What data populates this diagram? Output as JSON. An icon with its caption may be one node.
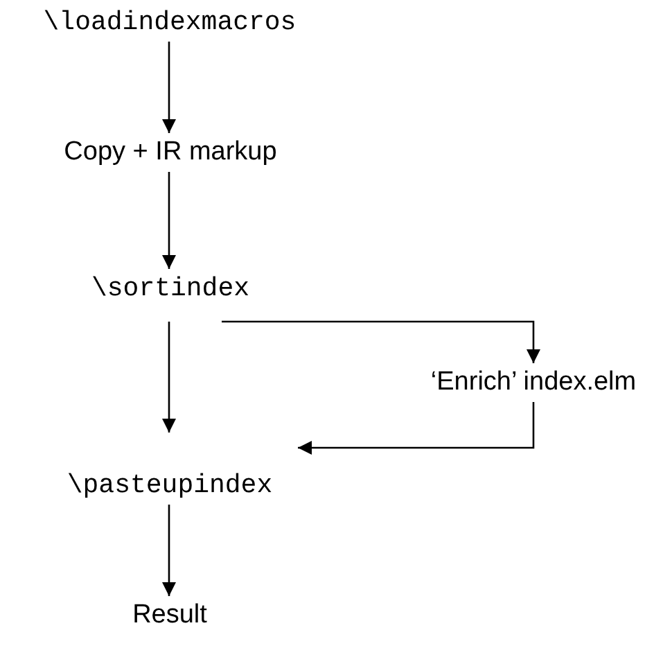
{
  "diagram": {
    "nodes": [
      {
        "text": [
          "\\loadindexmacros"
        ]
      },
      {
        "text": [
          "Copy + IR markup"
        ]
      },
      {
        "text": [
          "\\sortindex"
        ]
      },
      {
        "text": [
          "‘Enrich’ index.elm"
        ]
      },
      {
        "text": [
          "\\pasteupindex"
        ]
      },
      {
        "text": [
          "Result"
        ]
      }
    ],
    "edges": [
      {
        "from": 0,
        "to": 1,
        "arrow": "to"
      },
      {
        "from": 1,
        "to": 2,
        "arrow": "to"
      },
      {
        "from": 2,
        "to": 4,
        "arrow": "to"
      },
      {
        "from": 2,
        "to": 3,
        "arrow": "to"
      },
      {
        "from": 3,
        "to": 4,
        "arrow": "to"
      },
      {
        "from": 4,
        "to": 5,
        "arrow": "to"
      }
    ]
  }
}
